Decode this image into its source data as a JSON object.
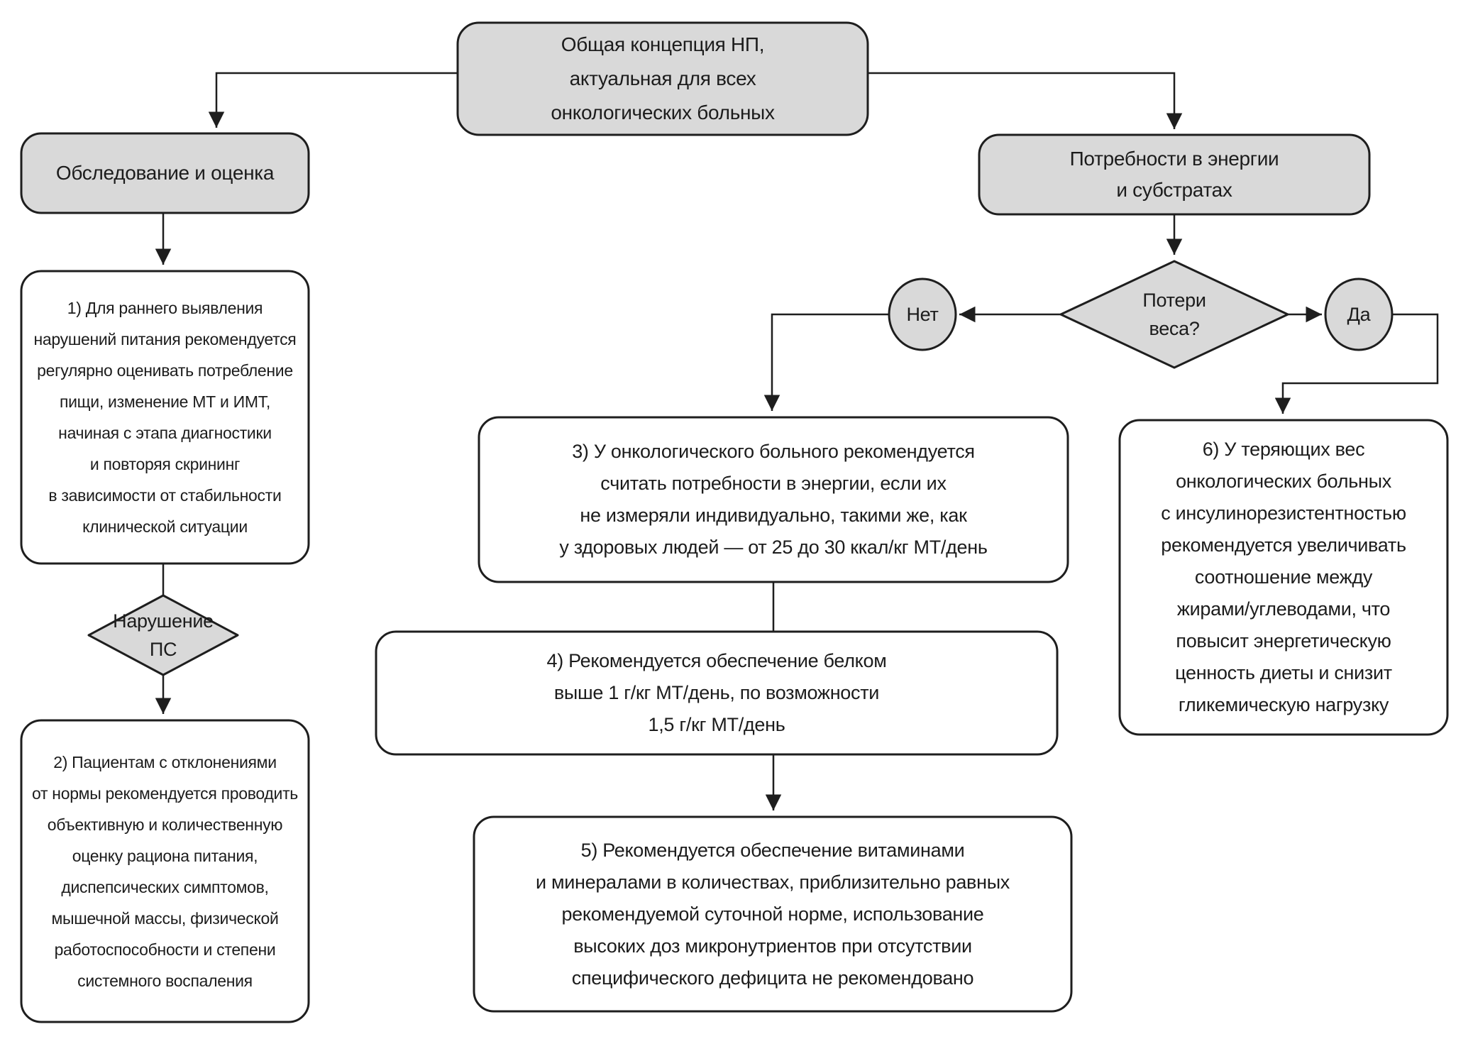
{
  "diagram": {
    "kind": "flowchart",
    "language": "ru",
    "colors": {
      "header_fill": "#d9d9d9",
      "box_fill": "#ffffff",
      "stroke": "#1e1e1e",
      "text": "#1c1c1c",
      "background": "#ffffff"
    },
    "nodes": {
      "concept": {
        "shape": "rounded-rect-gray",
        "text": "Общая концепция НП,\nактуальная для всех\nонкологических больных"
      },
      "assessment": {
        "shape": "rounded-rect-gray",
        "text": "Обследование и оценка"
      },
      "energy": {
        "shape": "rounded-rect-gray",
        "text": "Потребности в энергии\nи субстратах"
      },
      "step1": {
        "shape": "rounded-rect-white",
        "text": "1) Для раннего выявления\nнарушений питания рекомендуется\nрегулярно оценивать потребление\nпищи, изменение МТ и ИМТ,\nначиная с этапа диагностики\nи повторяя скрининг\nв зависимости от стабильности\nклинической ситуации"
      },
      "ps_decision": {
        "shape": "diamond-gray",
        "text": "Нарушение\nПС"
      },
      "step2": {
        "shape": "rounded-rect-white",
        "text": "2) Пациентам с отклонениями\nот нормы рекомендуется проводить\nобъективную и количественную\nоценку рациона питания,\nдиспепсических симптомов,\nмышечной массы, физической\nработоспособности и степени\nсистемного воспаления"
      },
      "weight_decision": {
        "shape": "diamond-gray",
        "text": "Потери\nвеса?"
      },
      "no_badge": {
        "shape": "circle-gray",
        "text": "Нет"
      },
      "yes_badge": {
        "shape": "circle-gray",
        "text": "Да"
      },
      "step3": {
        "shape": "rounded-rect-white",
        "text": "3) У онкологического больного рекомендуется\nсчитать потребности в энергии, если их\nне измеряли индивидуально, такими же, как\nу здоровых людей — от 25 до 30 ккал/кг МТ/день"
      },
      "step4": {
        "shape": "rounded-rect-white",
        "text": "4) Рекомендуется обеспечение белком\nвыше 1 г/кг МТ/день, по возможности\n1,5 г/кг МТ/день"
      },
      "step5": {
        "shape": "rounded-rect-white",
        "text": "5) Рекомендуется обеспечение витаминами\nи минералами в количествах, приблизительно равных\nрекомендуемой суточной норме, использование\nвысоких доз микронутриентов при отсутствии\nспецифического дефицита не рекомендовано"
      },
      "step6": {
        "shape": "rounded-rect-white",
        "text": "6) У теряющих вес\nонкологических больных\nс инсулинорезистентностью\nрекомендуется увеличивать\nсоотношение между\nжирами/углеводами, что\nповысит энергетическую\nценность диеты и снизит\nгликемическую нагрузку"
      }
    },
    "edges": [
      {
        "from": "concept",
        "to": "assessment",
        "arrow": true
      },
      {
        "from": "concept",
        "to": "energy",
        "arrow": true
      },
      {
        "from": "assessment",
        "to": "step1",
        "arrow": true
      },
      {
        "from": "step1",
        "to": "ps_decision",
        "arrow": false
      },
      {
        "from": "ps_decision",
        "to": "step2",
        "arrow": true
      },
      {
        "from": "energy",
        "to": "weight_decision",
        "arrow": true
      },
      {
        "from": "weight_decision",
        "to": "no_badge",
        "arrow": true
      },
      {
        "from": "weight_decision",
        "to": "yes_badge",
        "arrow": true
      },
      {
        "from": "no_badge",
        "to": "step3",
        "arrow": true
      },
      {
        "from": "yes_badge",
        "to": "step6",
        "arrow": true
      },
      {
        "from": "step3",
        "to": "step4",
        "arrow": false
      },
      {
        "from": "step4",
        "to": "step5",
        "arrow": true
      }
    ]
  }
}
